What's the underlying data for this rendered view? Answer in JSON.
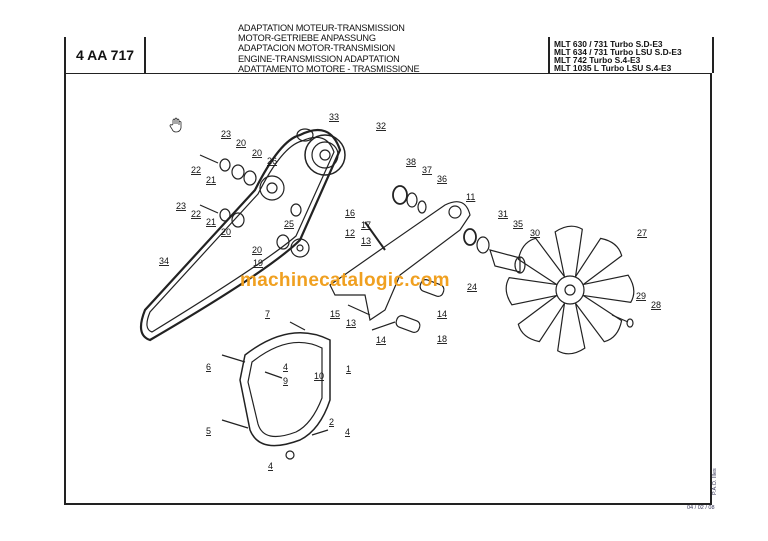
{
  "header": {
    "code": "4 AA 717",
    "titles": [
      "ADAPTATION MOTEUR-TRANSMISSION",
      "MOTOR-GETRIEBE ANPASSUNG",
      "ADAPTACION MOTOR-TRANSMISION",
      "ENGINE-TRANSMISSION ADAPTATION",
      "ADATTAMENTO MOTORE - TRASMISSIONE"
    ],
    "models": [
      "MLT 630 / 731 Turbo S.D-E3",
      "MLT 634 / 731 Turbo LSU S.D-E3",
      "MLT 742 Turbo S.4-E3",
      "MLT 1035 L Turbo LSU S.4-E3"
    ]
  },
  "diagram": {
    "callouts": [
      "33",
      "32",
      "23",
      "20",
      "20",
      "26",
      "22",
      "21",
      "38",
      "37",
      "36",
      "11",
      "23",
      "22",
      "21",
      "25",
      "20",
      "16",
      "17",
      "12",
      "13",
      "31",
      "35",
      "30",
      "27",
      "20",
      "19",
      "34",
      "24",
      "29",
      "28",
      "7",
      "15",
      "13",
      "14",
      "14",
      "18",
      "6",
      "4",
      "9",
      "10",
      "1",
      "5",
      "2",
      "4",
      "4"
    ],
    "watermark": "machinecatalogic.com",
    "watermark_color": "#f0a020",
    "cursor_icon": "hand-cursor-icon"
  },
  "footer": {
    "date": "04 / 02 / 08",
    "author": "P.A.O. Illes"
  }
}
